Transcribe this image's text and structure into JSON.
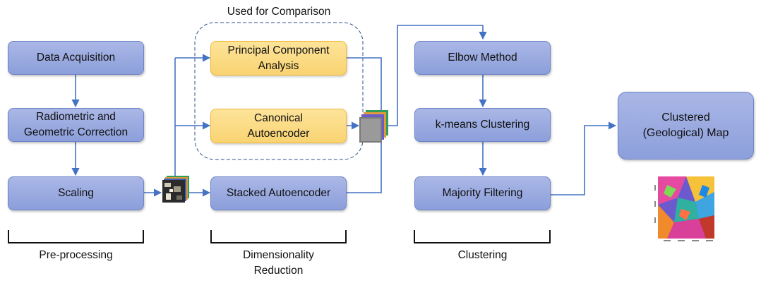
{
  "comparison_group": {
    "label": "Used for Comparison"
  },
  "boxes": {
    "data_acquisition": "Data Acquisition",
    "radiometric": [
      "Radiometric and",
      "Geometric Correction"
    ],
    "scaling": "Scaling",
    "pca": [
      "Principal Component",
      "Analysis"
    ],
    "canonical": [
      "Canonical",
      "Autoencoder"
    ],
    "stacked": "Stacked Autoencoder",
    "elbow": "Elbow Method",
    "kmeans": "k-means Clustering",
    "majority": "Majority Filtering",
    "clustered": [
      "Clustered",
      "(Geological) Map"
    ]
  },
  "stages": {
    "preprocessing": "Pre-processing",
    "dimensionality": [
      "Dimensionality",
      "Reduction"
    ],
    "clustering": "Clustering"
  },
  "colors": {
    "box_fill": "#9aaae0",
    "box_border": "#6d84c8",
    "highlight_fill": "#fbd97e",
    "highlight_border": "#efb935",
    "arrow": "#4472c4"
  },
  "icons": {
    "image_stack": "satellite-image-stack-icon",
    "feature_cube": "feature-cube-icon",
    "map": "geological-map-thumbnail"
  }
}
